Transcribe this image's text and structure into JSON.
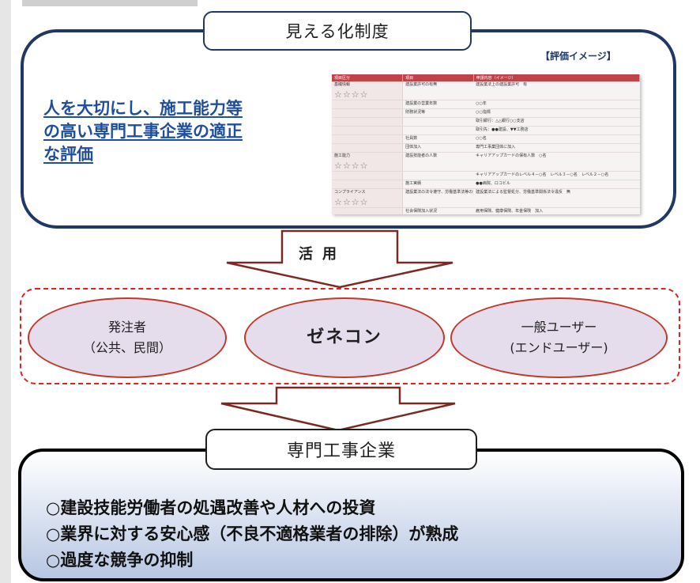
{
  "section1": {
    "title": "見える化制度",
    "eval_label": "【評価イメージ】",
    "lead_lines": [
      "人を大切にし、施工能力等",
      "の高い専門工事企業の適正",
      "な評価"
    ],
    "table": {
      "headers": [
        "項目区分",
        "項目",
        "申請内容（イメージ）"
      ],
      "rows": [
        {
          "cat": "基礎情報",
          "stars": "☆☆☆☆",
          "item": "建設業許可の有無",
          "detail": "建設業法上の建設業許可　有"
        },
        {
          "cat": "",
          "stars": "",
          "item": "建設業の営業年数",
          "detail": "○○年"
        },
        {
          "cat": "",
          "stars": "",
          "item": "財務状況等",
          "detail": "○○指標"
        },
        {
          "cat": "",
          "stars": "",
          "item": "",
          "detail": "取引銀行：△△銀行○○支店"
        },
        {
          "cat": "",
          "stars": "",
          "item": "",
          "detail": "取引先：●●建設、▼▼工務店"
        },
        {
          "cat": "",
          "stars": "",
          "item": "社員数",
          "detail": "○○名"
        },
        {
          "cat": "",
          "stars": "",
          "item": "団体加入",
          "detail": "専門工事業団体に加入"
        },
        {
          "cat": "施工能力",
          "stars": "☆☆☆☆",
          "item": "建設技能者の人数",
          "detail": "キャリアアップカードの保有人数　○名"
        },
        {
          "cat": "",
          "stars": "",
          "item": "",
          "detail": "キャリアアップカードのレベル４－○名　レベル３－○名　レベル２－○名"
        },
        {
          "cat": "",
          "stars": "",
          "item": "施工実績",
          "detail": "●●病院、ロコビル"
        },
        {
          "cat": "コンプライアンス",
          "stars": "☆☆☆☆",
          "item": "建設業法の法令遵守、労働基準法等の状況",
          "detail": "建設業法による監督処分、労働基準関係法令違反　無"
        },
        {
          "cat": "",
          "stars": "",
          "item": "社会保険加入状況",
          "detail": "雇用保険、健康保険、年金保険　加入"
        }
      ]
    }
  },
  "middle": {
    "arrow_label": "活用",
    "stakeholders": [
      {
        "line1": "発注者",
        "line2": "（公共、民間）"
      },
      {
        "line1": "ゼネコン",
        "line2": ""
      },
      {
        "line1": "一般ユーザー",
        "line2": "(エンドユーザー)"
      }
    ]
  },
  "section3": {
    "title": "専門工事企業",
    "bullets": [
      "○建設技能労働者の処遇改善や人材への投資",
      "○業界に対する安心感（不良不適格業者の排除）が熟成",
      "○過度な競争の抑制"
    ]
  },
  "colors": {
    "navy": "#1f3864",
    "link_blue": "#1f4e9c",
    "arrow_brown": "#7a2a22",
    "ellipse_fill": "#e5dcec",
    "ellipse_border": "#c0392b",
    "dashed_red": "#dd2222"
  }
}
